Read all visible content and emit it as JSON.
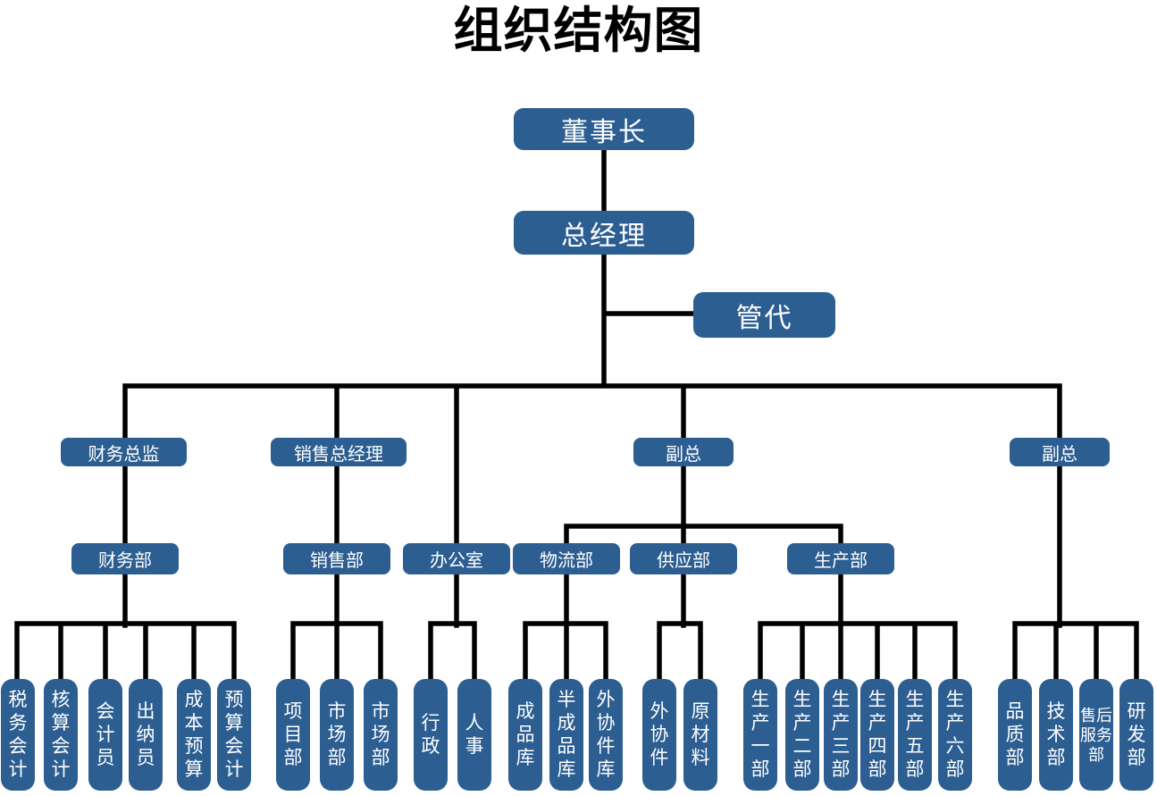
{
  "title": "组织结构图",
  "colors": {
    "box": "#2c5e92",
    "box-text": "#ffffff",
    "line": "#000000",
    "background": "#ffffff"
  },
  "org": {
    "chairman": "董事长",
    "general_manager": "总经理",
    "management_rep": "管代",
    "executives": {
      "finance_director": "财务总监",
      "sales_general_manager": "销售总经理",
      "deputy_gm_left": "副总",
      "deputy_gm_right": "副总"
    },
    "departments": {
      "finance": "财务部",
      "sales": "销售部",
      "office": "办公室",
      "logistics": "物流部",
      "supply": "供应部",
      "production": "生产部"
    },
    "teams": {
      "finance": [
        "税务会计",
        "核算会计",
        "会计员",
        "出纳员",
        "成本预算",
        "预算会计"
      ],
      "sales": [
        "项目部",
        "市场部",
        "市场部"
      ],
      "office": [
        "行政",
        "人事"
      ],
      "logistics": [
        "成品库",
        "半成品库",
        "外协件库"
      ],
      "supply": [
        "外协件",
        "原材料"
      ],
      "production": [
        "生产一部",
        "生产二部",
        "生产三部",
        "生产四部",
        "生产五部",
        "生产六部"
      ],
      "deputy_right": [
        "品质部",
        "技术部",
        "售后服务部",
        "研发部"
      ]
    },
    "reports_to": {
      "总经理": "董事长",
      "管代": "总经理",
      "财务总监": "总经理",
      "销售总经理": "总经理",
      "办公室": "总经理",
      "副总(左)": "总经理",
      "副总(右)": "总经理",
      "财务部": "财务总监",
      "销售部": "销售总经理",
      "物流部": "副总(左)",
      "供应部": "副总(左)",
      "生产部": "副总(左)"
    }
  }
}
